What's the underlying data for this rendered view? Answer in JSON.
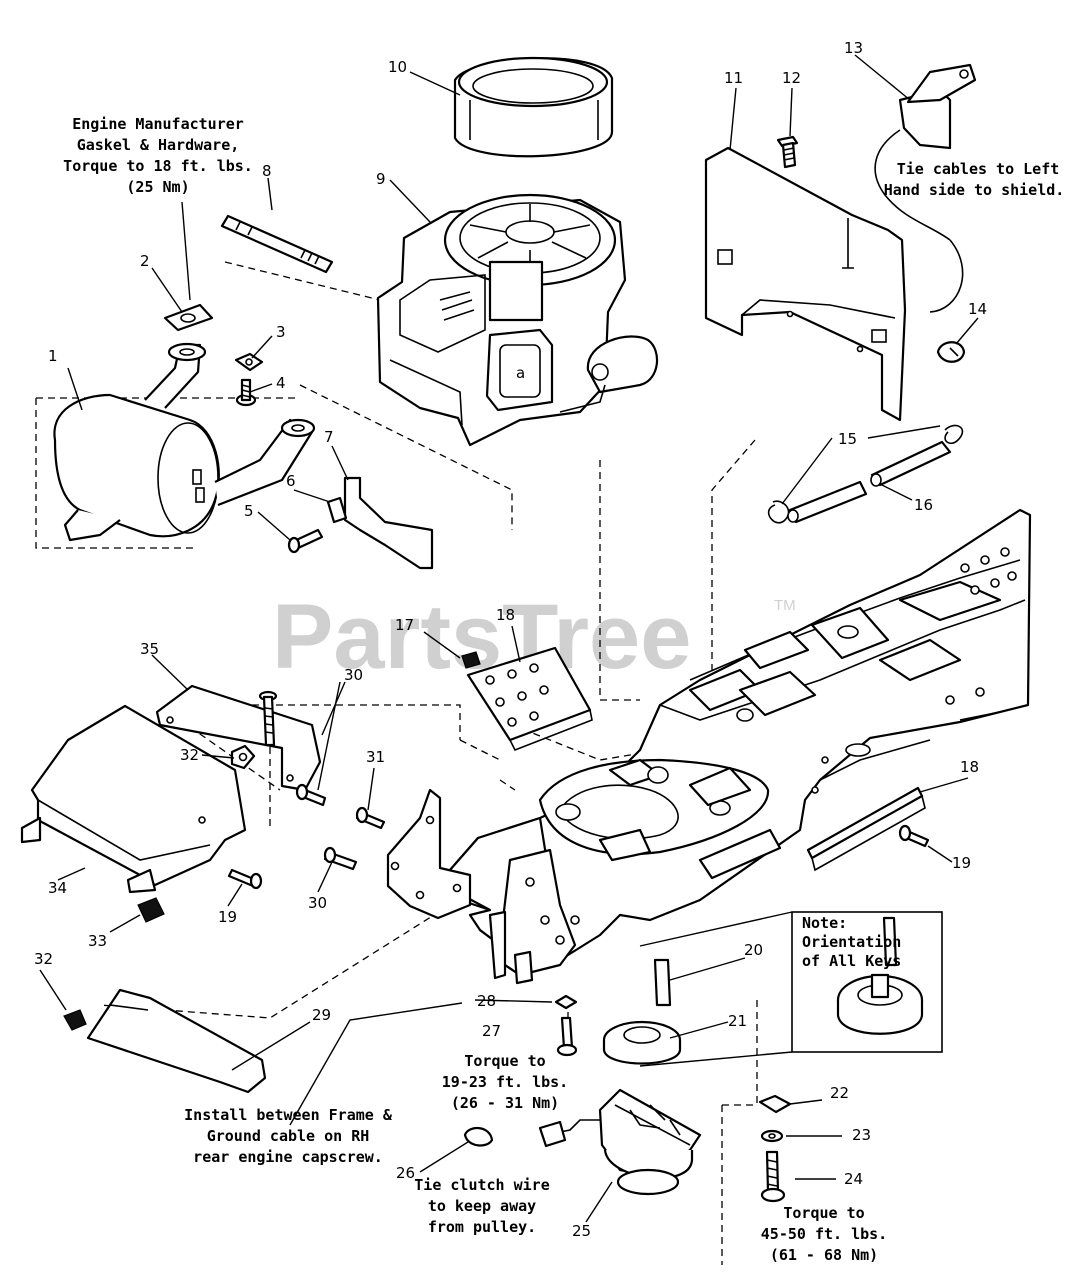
{
  "watermark": {
    "text": "PartsTree",
    "mark": "TM"
  },
  "callouts": {
    "c1": "1",
    "c2": "2",
    "c3": "3",
    "c4": "4",
    "c5": "5",
    "c6": "6",
    "c7": "7",
    "c8": "8",
    "c9": "9",
    "c10": "10",
    "c11": "11",
    "c12": "12",
    "c13": "13",
    "c14": "14",
    "c15": "15",
    "c16": "16",
    "c17": "17",
    "c18": "18",
    "c19": "19",
    "c20": "20",
    "c21": "21",
    "c22": "22",
    "c23": "23",
    "c24": "24",
    "c25": "25",
    "c26": "26",
    "c27": "27",
    "c28": "28",
    "c29": "29",
    "c30": "30",
    "c31": "31",
    "c32": "32",
    "c33": "33",
    "c34": "34",
    "c35": "35"
  },
  "notes": {
    "gasket": [
      "Engine Manufacturer",
      "Gaskel & Hardware,",
      "Torque to 18 ft. lbs.",
      "(25 Nm)"
    ],
    "tie_cables": [
      "Tie cables to Left",
      "Hand side to shield."
    ],
    "key_note": [
      "Note:",
      "Orientation",
      "of All Keys"
    ],
    "torque_19_23": [
      "Torque to",
      "19-23 ft. lbs.",
      "(26 - 31 Nm)"
    ],
    "ground_cable": [
      "Install between Frame &",
      "Ground cable on RH",
      "rear engine capscrew."
    ],
    "clutch_wire": [
      "Tie clutch wire",
      "to keep away",
      "from pulley."
    ],
    "torque_45_50": [
      "Torque to",
      "45-50 ft. lbs.",
      "(61 - 68 Nm)"
    ]
  }
}
